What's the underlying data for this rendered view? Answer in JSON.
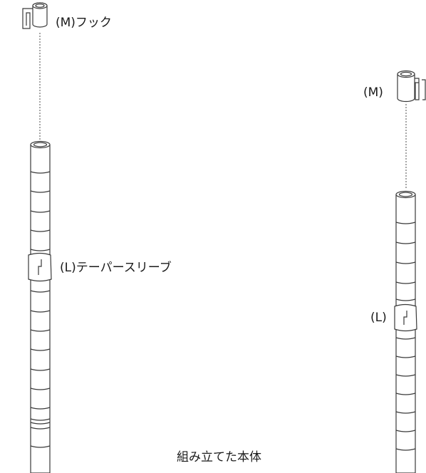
{
  "labels": {
    "hook_left": "(M)フック",
    "hook_right": "(M)",
    "sleeve_left": "(L)テーパースリーブ",
    "sleeve_right": "(L)",
    "caption": "組み立てた本体"
  },
  "colors": {
    "line": "#3a3a3a",
    "fill": "#ffffff"
  }
}
